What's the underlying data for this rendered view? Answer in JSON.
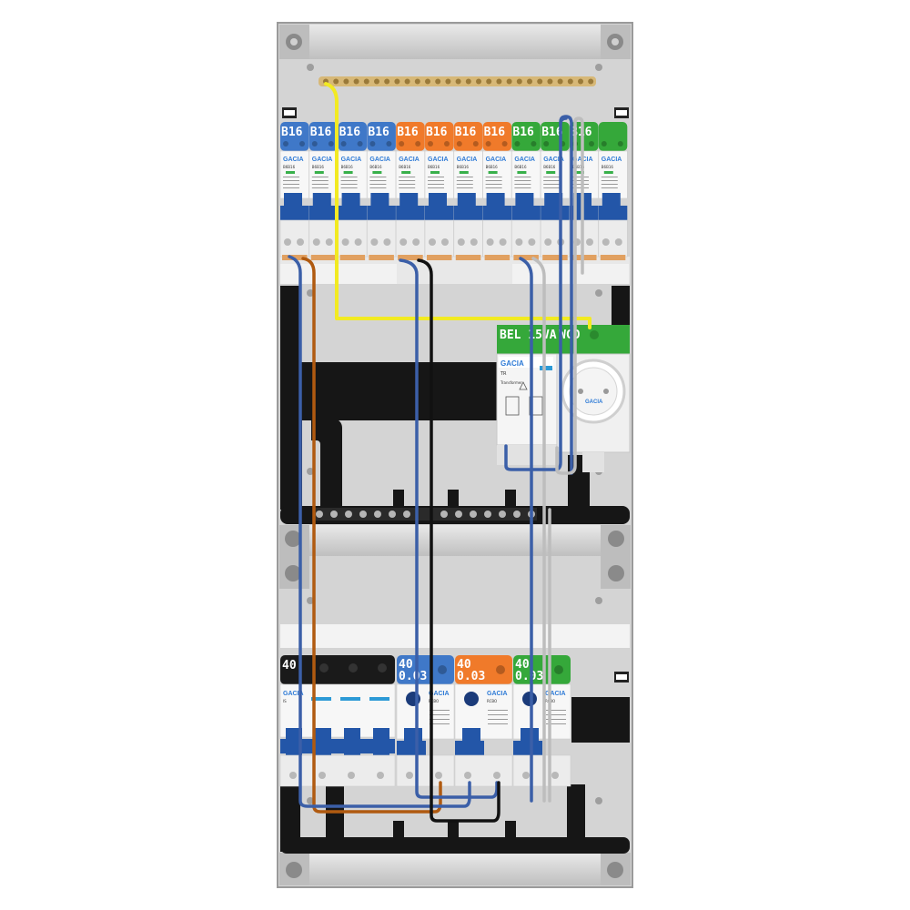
{
  "colors": {
    "enclosure": "#d6d6d6",
    "blue_group": "#3f78c8",
    "orange_group": "#f07a2a",
    "green_group": "#35a83a",
    "black_group": "#1a1a1a",
    "neutral_wire": "#3b5fa8",
    "phase_wire": "#b05a10",
    "earth_wire": "#f2ea22",
    "black_wire": "#111111",
    "grey_wire": "#bdbdbd",
    "toggle": "#2356a8"
  },
  "brand": "GACIA",
  "top_row": {
    "breakers": [
      {
        "label": "B16",
        "group": "blue"
      },
      {
        "label": "B16",
        "group": "blue"
      },
      {
        "label": "B16",
        "group": "blue"
      },
      {
        "label": "B16",
        "group": "blue"
      },
      {
        "label": "B16",
        "group": "orange"
      },
      {
        "label": "B16",
        "group": "orange"
      },
      {
        "label": "B16",
        "group": "orange"
      },
      {
        "label": "B16",
        "group": "orange"
      },
      {
        "label": "B16",
        "group": "green"
      },
      {
        "label": "B16",
        "group": "green"
      },
      {
        "label": "B16",
        "group": "green"
      },
      {
        "label": "",
        "group": "green"
      }
    ],
    "breaker_model": "B6B16",
    "bell_transformer_label": "BEL 15VA",
    "socket_label": "WCD",
    "transformer_model": "TR",
    "transformer_caption": "Transformer"
  },
  "bottom_row": {
    "main_switch": {
      "label": "40",
      "group": "black",
      "model": "IS"
    },
    "rcds": [
      {
        "rating": "40",
        "sensitivity": "0.03",
        "group": "blue",
        "model": "RCBO"
      },
      {
        "rating": "40",
        "sensitivity": "0.03",
        "group": "orange",
        "model": "RCBO"
      },
      {
        "rating": "40",
        "sensitivity": "0.03",
        "group": "green",
        "model": "RCBO"
      }
    ]
  }
}
